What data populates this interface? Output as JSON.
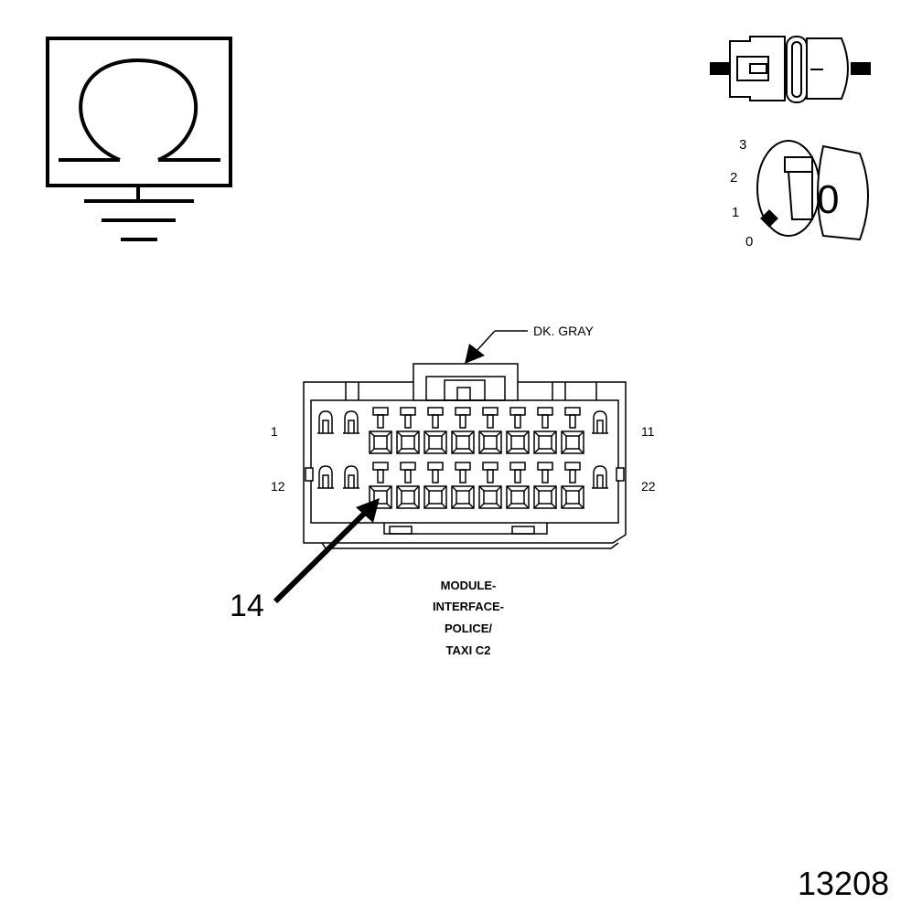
{
  "ohmmeter_symbol": "ohm-symbol",
  "ignition": {
    "switch_icon": "ignition-switch-connector-icon",
    "key_icon": "ignition-key-icon",
    "positions": [
      "3",
      "2",
      "1",
      "0"
    ],
    "key_letter": "0"
  },
  "connector": {
    "color_label": "DK. GRAY",
    "pin_labels": {
      "top_left": "1",
      "top_right": "11",
      "bottom_left": "12",
      "bottom_right": "22"
    },
    "callout": "14",
    "name_lines": [
      "MODULE-",
      "INTERFACE-",
      "POLICE/",
      "TAXI C2"
    ]
  },
  "figure_number": "13208"
}
